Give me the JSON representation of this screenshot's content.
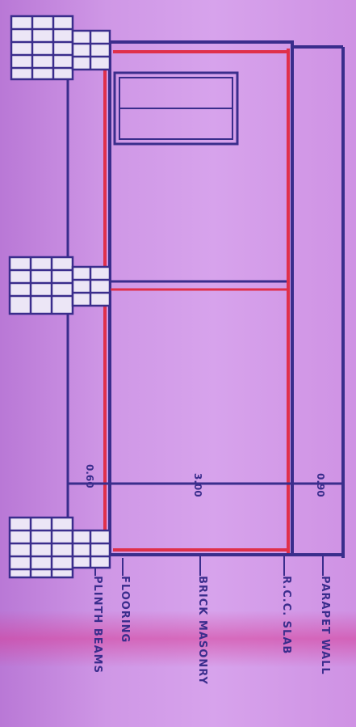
{
  "dimensions": [
    "0.60",
    "3.00",
    "0.90"
  ],
  "labels": {
    "parapet_wall": "PARAPET WALL",
    "rcc_slab": "R.C.C. SLAB",
    "brick_masonry": "BRICK MASONRY",
    "flooring": "FLOORING",
    "plinth_beams": "PLINTH BEAMS"
  },
  "colors": {
    "line": "#3a2d8c",
    "red": "#e0304a",
    "brick": "#ece6f6"
  }
}
